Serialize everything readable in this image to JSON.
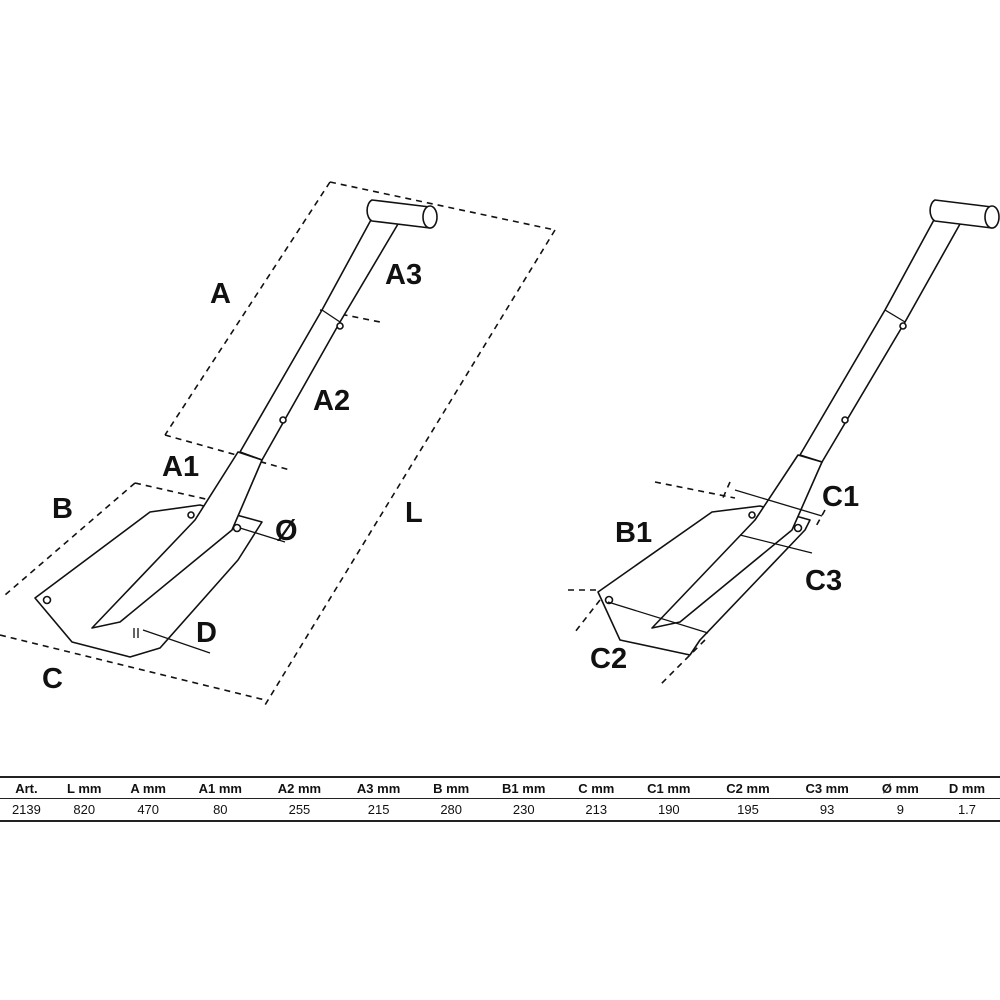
{
  "diagram": {
    "left_labels": {
      "A": "A",
      "A1": "A1",
      "A2": "A2",
      "A3": "A3",
      "B": "B",
      "C": "C",
      "L": "L",
      "D": "D",
      "dia": "Ø"
    },
    "right_labels": {
      "B1": "B1",
      "C1": "C1",
      "C2": "C2",
      "C3": "C3"
    }
  },
  "table": {
    "headers": [
      "Art.",
      "L  mm",
      "A  mm",
      "A1  mm",
      "A2  mm",
      "A3 mm",
      "B mm",
      "B1 mm",
      "C mm",
      "C1 mm",
      "C2 mm",
      "C3 mm",
      "Ø  mm",
      "D  mm"
    ],
    "rows": [
      [
        "2139",
        "820",
        "470",
        "80",
        "255",
        "215",
        "280",
        "230",
        "213",
        "190",
        "195",
        "93",
        "9",
        "1.7"
      ]
    ]
  }
}
